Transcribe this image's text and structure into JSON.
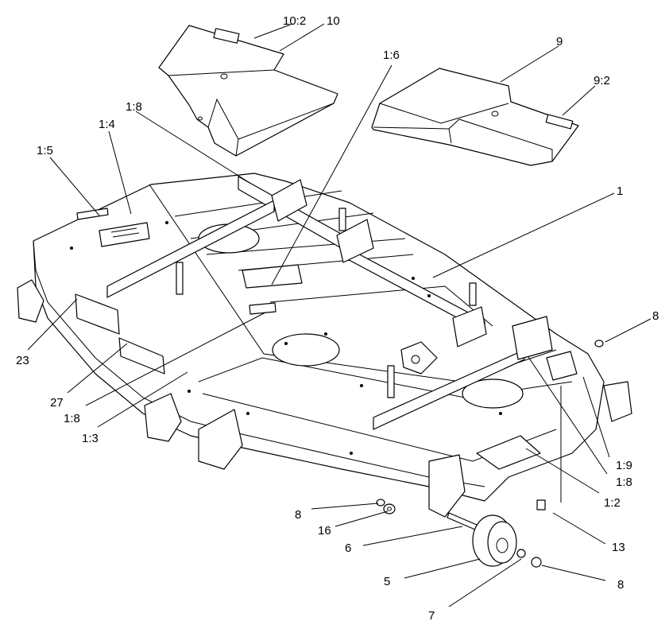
{
  "labels": {
    "l_10_2": "10:2",
    "l_10": "10",
    "l_9": "9",
    "l_9_2": "9:2",
    "l_1_6": "1:6",
    "l_1_8_top": "1:8",
    "l_1_4": "1:4",
    "l_1_5": "1:5",
    "l_1": "1",
    "l_8_right": "8",
    "l_23": "23",
    "l_27": "27",
    "l_1_8_left": "1:8",
    "l_1_3": "1:3",
    "l_1_9": "1:9",
    "l_1_8_right": "1:8",
    "l_1_2": "1:2",
    "l_8_mid": "8",
    "l_16": "16",
    "l_6": "6",
    "l_13": "13",
    "l_5": "5",
    "l_8_bottom": "8",
    "l_7": "7"
  }
}
